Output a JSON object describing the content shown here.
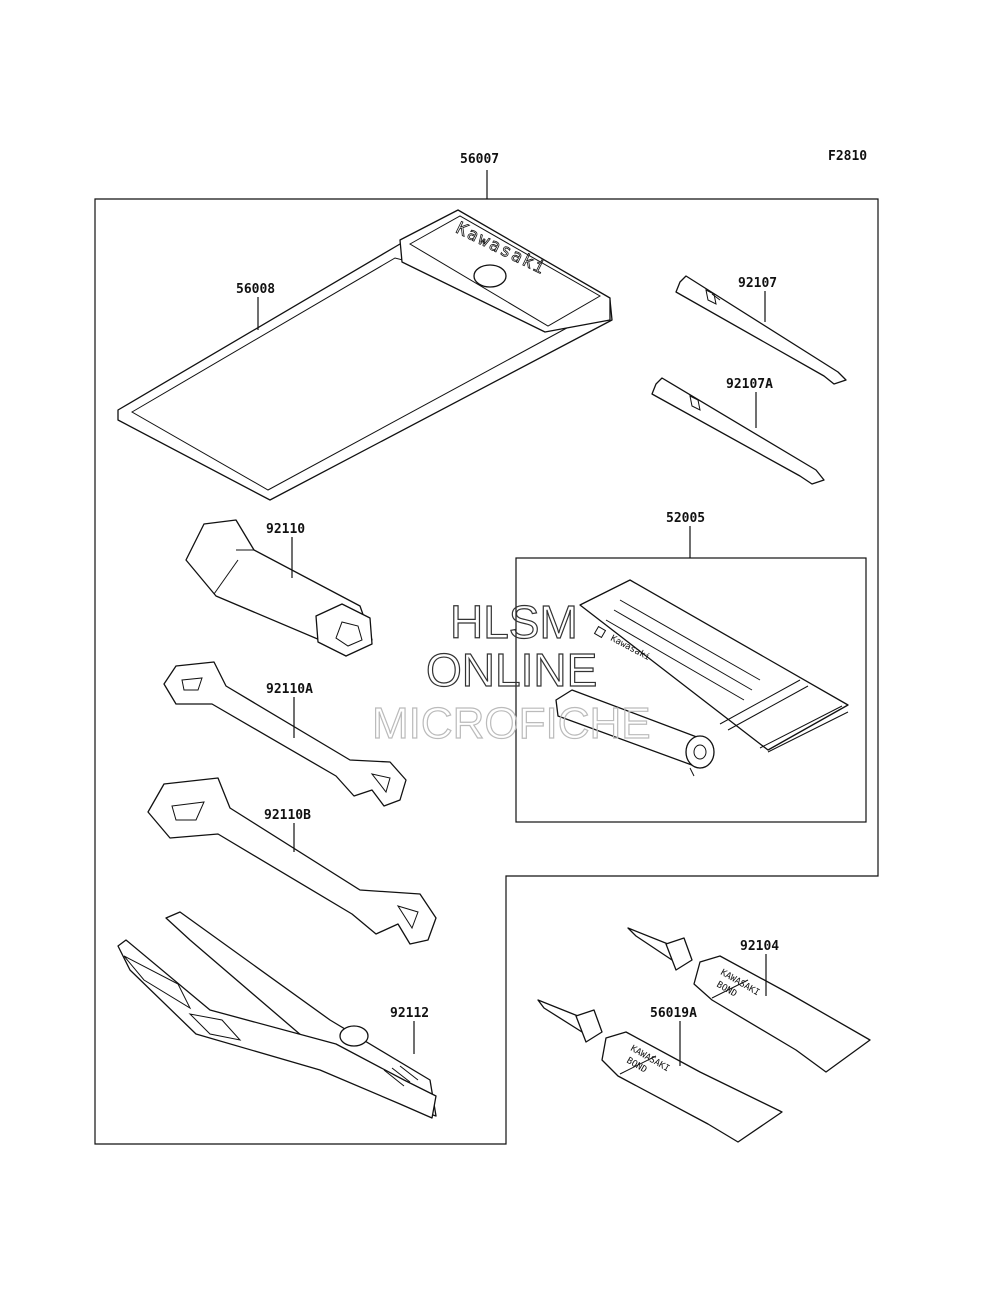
{
  "figure_code": "F2810",
  "kit_label": "56007",
  "parts": {
    "case": {
      "label": "56008",
      "brand": "Kawasaki"
    },
    "bit_a": {
      "label": "92107"
    },
    "bit_b": {
      "label": "92107A"
    },
    "repair_kit": {
      "label": "52005",
      "brand": "Kawasaki"
    },
    "plug_wrench": {
      "label": "92110"
    },
    "wrench_small": {
      "label": "92110A"
    },
    "wrench_large": {
      "label": "92110B"
    },
    "pliers": {
      "label": "92112"
    },
    "bond_a": {
      "label": "92104",
      "brand_line1": "KAWASAKI",
      "brand_line2": "BOND"
    },
    "bond_b": {
      "label": "56019A",
      "brand_line1": "KAWASAKI",
      "brand_line2": "BOND"
    }
  },
  "watermark": {
    "line1": "HLSM",
    "line2": "ONLINE",
    "line3": "MICROFICHE"
  }
}
